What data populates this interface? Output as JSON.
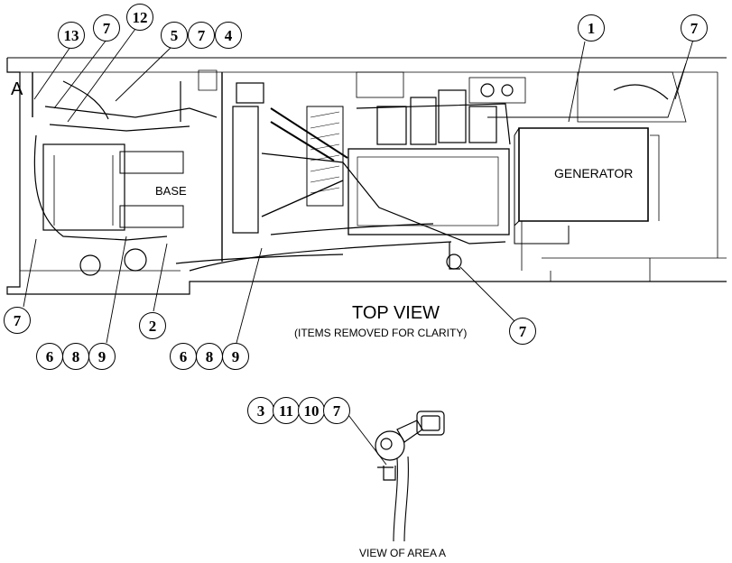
{
  "view_titles": {
    "top_view": "TOP VIEW",
    "top_view_note": "(ITEMS REMOVED FOR CLARITY)",
    "area_view": "VIEW OF AREA  A"
  },
  "component_labels": {
    "generator": "GENERATOR",
    "base": "BASE",
    "area_marker": "A"
  },
  "callouts": {
    "top_13": "13",
    "top_7a": "7",
    "top_12": "12",
    "top_5": "5",
    "top_7b": "7",
    "top_4": "4",
    "top_1": "1",
    "top_7c": "7",
    "left_7": "7",
    "item_2": "2",
    "bl_6": "6",
    "bl_8": "8",
    "bl_9": "9",
    "bm_6": "6",
    "bm_8": "8",
    "bm_9": "9",
    "right_7": "7",
    "area_3": "3",
    "area_11": "11",
    "area_10": "10",
    "area_7": "7"
  }
}
